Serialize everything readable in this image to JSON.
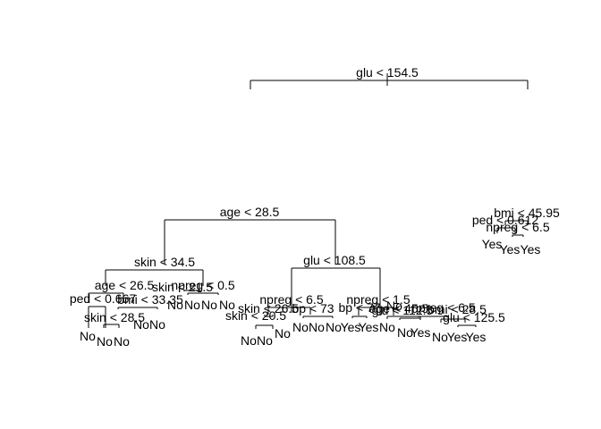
{
  "tree": {
    "splits": [
      {
        "id": "root",
        "label": "glu < 154.5"
      },
      {
        "id": "age285",
        "label": "age < 28.5"
      },
      {
        "id": "bmi4595",
        "label": "bmi < 45.95"
      },
      {
        "id": "ped0612",
        "label": "ped < 0.612"
      },
      {
        "id": "npreg65r",
        "label": "npreg < 6.5"
      },
      {
        "id": "skin345",
        "label": "skin < 34.5"
      },
      {
        "id": "glu1085",
        "label": "glu < 108.5"
      },
      {
        "id": "age265",
        "label": "age < 26.5"
      },
      {
        "id": "npreg05",
        "label": "npreg < 0.5"
      },
      {
        "id": "skin1",
        "label": "skin < 21.5"
      },
      {
        "id": "ped0667",
        "label": "ped < 0.667"
      },
      {
        "id": "bmi3335",
        "label": "bmi < 33.35"
      },
      {
        "id": "skin285",
        "label": "skin < 28.5"
      },
      {
        "id": "npreg65",
        "label": "npreg < 6.5"
      },
      {
        "id": "npreg15",
        "label": "npreg < 1.5"
      },
      {
        "id": "skin205",
        "label": "skin < 20.5"
      },
      {
        "id": "skin2",
        "label": "skin < 26.5"
      },
      {
        "id": "bp73",
        "label": "bp < 73"
      },
      {
        "id": "bp77",
        "label": "bp < 77"
      },
      {
        "id": "glu1",
        "label": "glu < 112.5"
      },
      {
        "id": "age45",
        "label": "age < 45.5"
      },
      {
        "id": "npreg65b",
        "label": "npreg < 6.5"
      },
      {
        "id": "bmi285",
        "label": "bmi < 28.5"
      },
      {
        "id": "glu1255",
        "label": "glu < 125.5"
      }
    ],
    "leaves": [
      {
        "id": "l1",
        "label": "No"
      },
      {
        "id": "l2",
        "label": "No"
      },
      {
        "id": "l3",
        "label": "No"
      },
      {
        "id": "l4",
        "label": "No"
      },
      {
        "id": "l5",
        "label": "No"
      },
      {
        "id": "l6",
        "label": "No"
      },
      {
        "id": "l7",
        "label": "No"
      },
      {
        "id": "l8",
        "label": "No"
      },
      {
        "id": "l9",
        "label": "No"
      },
      {
        "id": "l10",
        "label": "No"
      },
      {
        "id": "l11",
        "label": "No"
      },
      {
        "id": "l12",
        "label": "No"
      },
      {
        "id": "l13",
        "label": "No"
      },
      {
        "id": "l14",
        "label": "No"
      },
      {
        "id": "l15",
        "label": "No"
      },
      {
        "id": "l16",
        "label": "No"
      },
      {
        "id": "l17",
        "label": "Yes"
      },
      {
        "id": "l18",
        "label": "Yes"
      },
      {
        "id": "l19",
        "label": "No"
      },
      {
        "id": "l20",
        "label": "No"
      },
      {
        "id": "l21",
        "label": "Yes"
      },
      {
        "id": "l22",
        "label": "No"
      },
      {
        "id": "l23",
        "label": "Yes"
      },
      {
        "id": "l24",
        "label": "Yes"
      },
      {
        "id": "l25",
        "label": "Yes"
      },
      {
        "id": "l26",
        "label": "Yes"
      },
      {
        "id": "l27",
        "label": "Yes"
      }
    ]
  }
}
